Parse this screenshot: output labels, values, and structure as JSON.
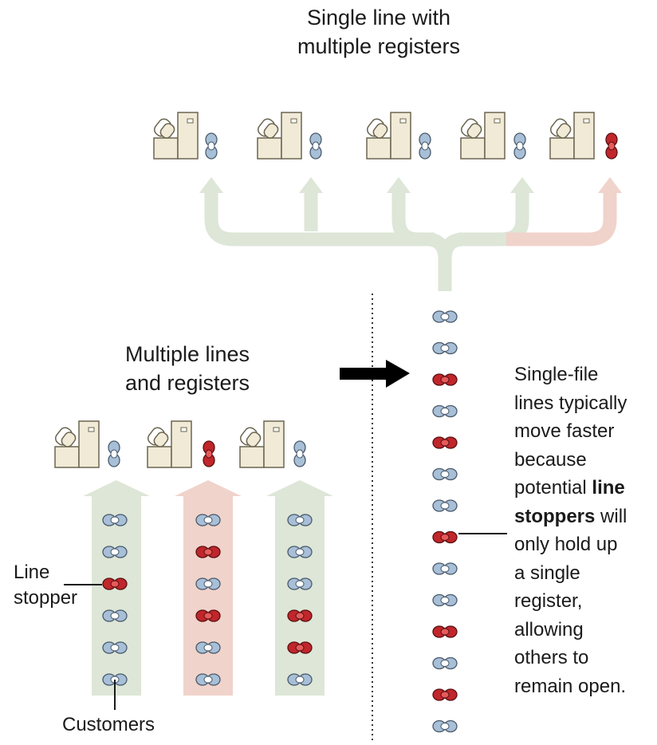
{
  "single_section": {
    "title_lines": [
      "Single line with",
      "multiple registers"
    ]
  },
  "multi_section": {
    "title_lines": [
      "Multiple lines",
      "and registers"
    ]
  },
  "explanation": {
    "line1": "Single-file",
    "line2": "lines typically",
    "line3": "move faster",
    "line4": "because",
    "line5_pre": "potential ",
    "line5_bold": "line",
    "line6_bold": "stoppers",
    "line6_post": " will",
    "line7": "only hold up",
    "line8": "a single",
    "line9": "register,",
    "line10": "allowing",
    "line11": "others to",
    "line12": "remain open."
  },
  "labels": {
    "line_stopper_1": "Line",
    "line_stopper_2": "stopper",
    "customers": "Customers"
  },
  "single_queue": [
    "normal",
    "normal",
    "stopper",
    "normal",
    "stopper",
    "normal",
    "normal",
    "stopper",
    "normal",
    "normal",
    "stopper",
    "normal",
    "stopper",
    "normal"
  ],
  "multi_queues": [
    [
      "normal",
      "normal",
      "stopper",
      "normal",
      "normal",
      "normal"
    ],
    [
      "normal",
      "stopper",
      "normal",
      "stopper",
      "normal",
      "normal"
    ],
    [
      "normal",
      "normal",
      "normal",
      "stopper",
      "stopper",
      "normal"
    ]
  ],
  "top_registers": [
    "normal",
    "normal",
    "normal",
    "normal",
    "stopper"
  ],
  "bottom_registers": [
    "normal",
    "stopper",
    "normal"
  ],
  "colors": {
    "green_flow": "#dde6d7",
    "red_flow": "#f0d3cb",
    "register_fill": "#f1ead6",
    "register_stroke": "#6b6550",
    "customer_normal": "#a8bfd8",
    "customer_stopper": "#c0262b",
    "arrow_black": "#000000"
  }
}
